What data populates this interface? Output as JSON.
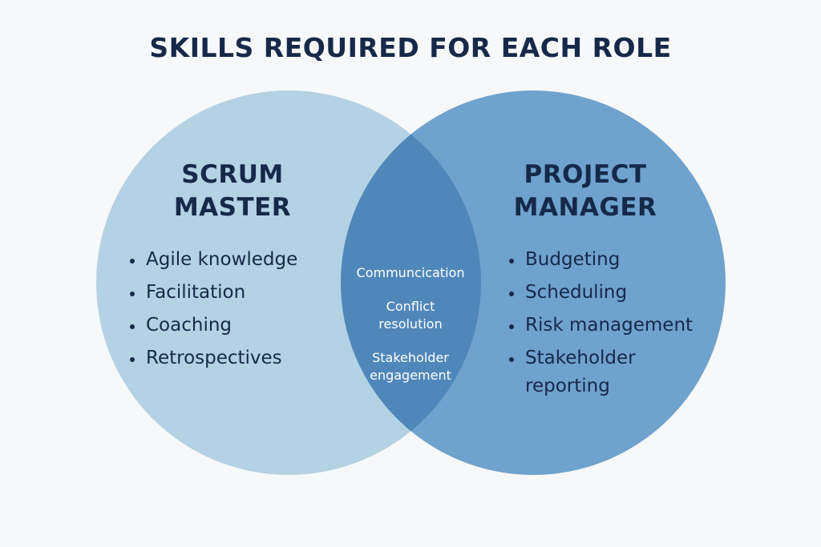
{
  "title": "SKILLS REQUIRED FOR EACH ROLE",
  "colors": {
    "background": "#f7f8f9",
    "scrum_master_circle": "#b3d2e3",
    "project_manager_circle": "#6fa2cd",
    "overlap": "#5087ba",
    "text_dark": "#16294a",
    "text_overlap": "#ffffff"
  },
  "venn": {
    "left": {
      "heading_line1": "SCRUM",
      "heading_line2": "MASTER",
      "skills": [
        "Agile knowledge",
        "Facilitation",
        "Coaching",
        "Retrospectives"
      ]
    },
    "right": {
      "heading_line1": "PROJECT",
      "heading_line2": "MANAGER",
      "skills": [
        "Budgeting",
        "Scheduling",
        "Risk management",
        "Stakeholder reporting"
      ]
    },
    "overlap": {
      "skills": [
        "Communcication",
        "Conflict resolution",
        "Stakeholder engagement"
      ]
    }
  }
}
